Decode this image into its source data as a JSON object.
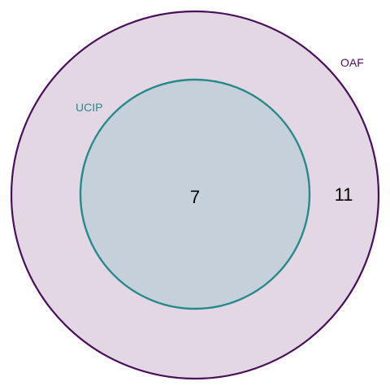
{
  "venn": {
    "sets": [
      {
        "name": "OAF",
        "stroke_color": "#4a0f5c",
        "fill_color": "#e3d7e4",
        "label_color": "#4a0f5c"
      },
      {
        "name": "UCIP",
        "stroke_color": "#26898c",
        "fill_color": "#c6d0db",
        "label_color": "#26898c"
      }
    ],
    "regions": {
      "oaf_only": "11",
      "oaf_and_ucip": "7"
    }
  }
}
